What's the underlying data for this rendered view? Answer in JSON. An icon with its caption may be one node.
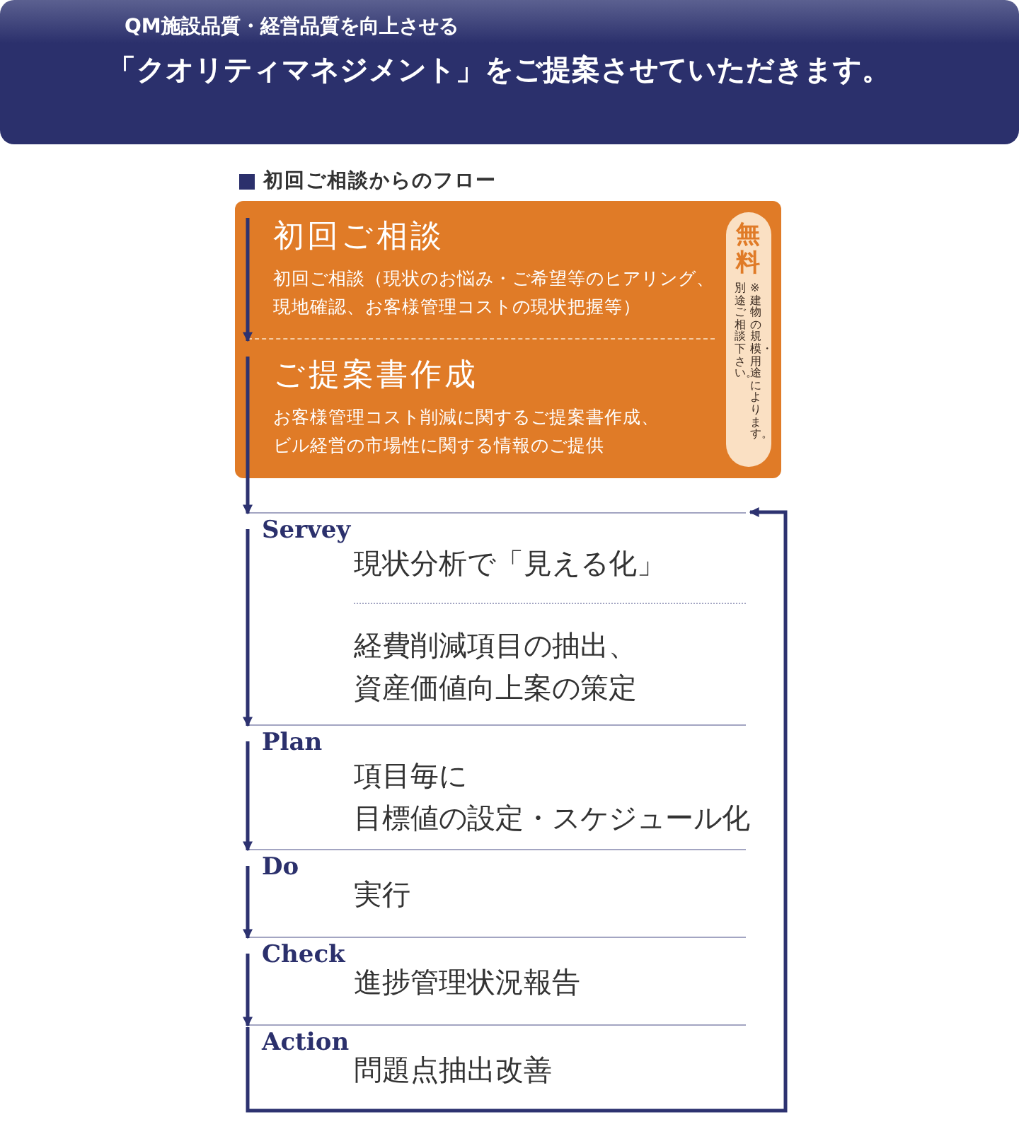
{
  "diagram": {
    "nodes": [
      {
        "text": [],
        "shape": "box"
      },
      {
        "text": [
          "初回ご相談",
          "初回ご相談（現状のお悩み・ご希望等のヒアリング、現地確認、お客様管理コストの現状把握等）"
        ],
        "in": 0
      },
      {
        "text": [
          "ご提案書作成",
          "お客様管理コスト削減に関するご提案書作成、ビル経営の市場性に関する情報のご提供"
        ],
        "in": 0
      },
      {
        "text": [
          "無料",
          "※建物の規模・用途によります。別途ご相談下さい。"
        ],
        "in": 0
      },
      {
        "text": [
          "Servey",
          "現状分析で「見える化」",
          "経費削減項目の抽出、資産価値向上案の策定"
        ]
      },
      {
        "text": [
          "Plan",
          "項目毎に目標値の設定・スケジュール化"
        ]
      },
      {
        "text": [
          "Do",
          "実行"
        ]
      },
      {
        "text": [
          "Check",
          "進捗管理状況報告"
        ]
      },
      {
        "text": [
          "Action",
          "問題点抽出改善"
        ]
      }
    ],
    "edges": [
      {
        "from": 1,
        "to": 2,
        "arrow": "to"
      },
      {
        "from": 2,
        "to": 4,
        "arrow": "to"
      },
      {
        "from": 4,
        "to": 5,
        "arrow": "to"
      },
      {
        "from": 5,
        "to": 6,
        "arrow": "to"
      },
      {
        "from": 6,
        "to": 7,
        "arrow": "to"
      },
      {
        "from": 7,
        "to": 8,
        "arrow": "to"
      },
      {
        "from": 8,
        "to": 4,
        "arrow": "to"
      }
    ],
    "labels": [
      "QM施設品質・経営品質を向上させる",
      "「クオリティマネジメント」をご提案させていただきます。",
      "初回ご相談からのフロー"
    ]
  }
}
